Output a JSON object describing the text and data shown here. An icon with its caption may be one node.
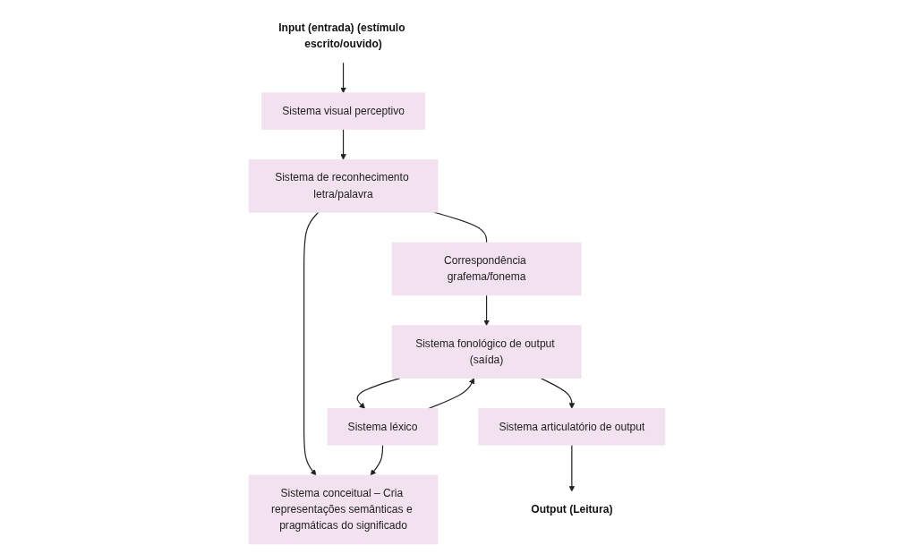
{
  "diagram": {
    "nodes": [
      {
        "text": [
          "Input (entrada) (estímulo escrito/ouvido)"
        ]
      },
      {
        "text": [
          "Sistema conceitual – Cria representações semânticas e pragmáticas do significado"
        ]
      },
      {
        "text": [
          "Sistema visual perceptivo"
        ]
      },
      {
        "text": [
          "Sistema léxico"
        ]
      },
      {
        "text": [
          "Sistema fonológico de output (saída)"
        ]
      },
      {
        "text": [
          "Correspondência grafema/fonema"
        ]
      },
      {
        "text": [
          "Sistema de reconhecimento letra/palavra"
        ]
      },
      {
        "text": [
          "Sistema articulatório de output"
        ]
      },
      {
        "text": [
          "Output (Leitura)"
        ]
      }
    ],
    "edges": [
      {
        "from": 0,
        "to": 2,
        "arrow": "to"
      },
      {
        "from": 2,
        "to": 6,
        "arrow": "to"
      },
      {
        "from": 6,
        "to": 1,
        "arrow": "to"
      },
      {
        "from": 3,
        "to": 1,
        "arrow": "to"
      },
      {
        "from": 3,
        "to": 4,
        "arrow": "to"
      },
      {
        "from": 4,
        "to": 3,
        "arrow": "to"
      },
      {
        "from": 6,
        "to": 5,
        "arrow": "none"
      },
      {
        "from": 5,
        "to": 4,
        "arrow": "to"
      },
      {
        "from": 4,
        "to": 7,
        "arrow": "to"
      },
      {
        "from": 7,
        "to": 8,
        "arrow": "to"
      }
    ]
  }
}
